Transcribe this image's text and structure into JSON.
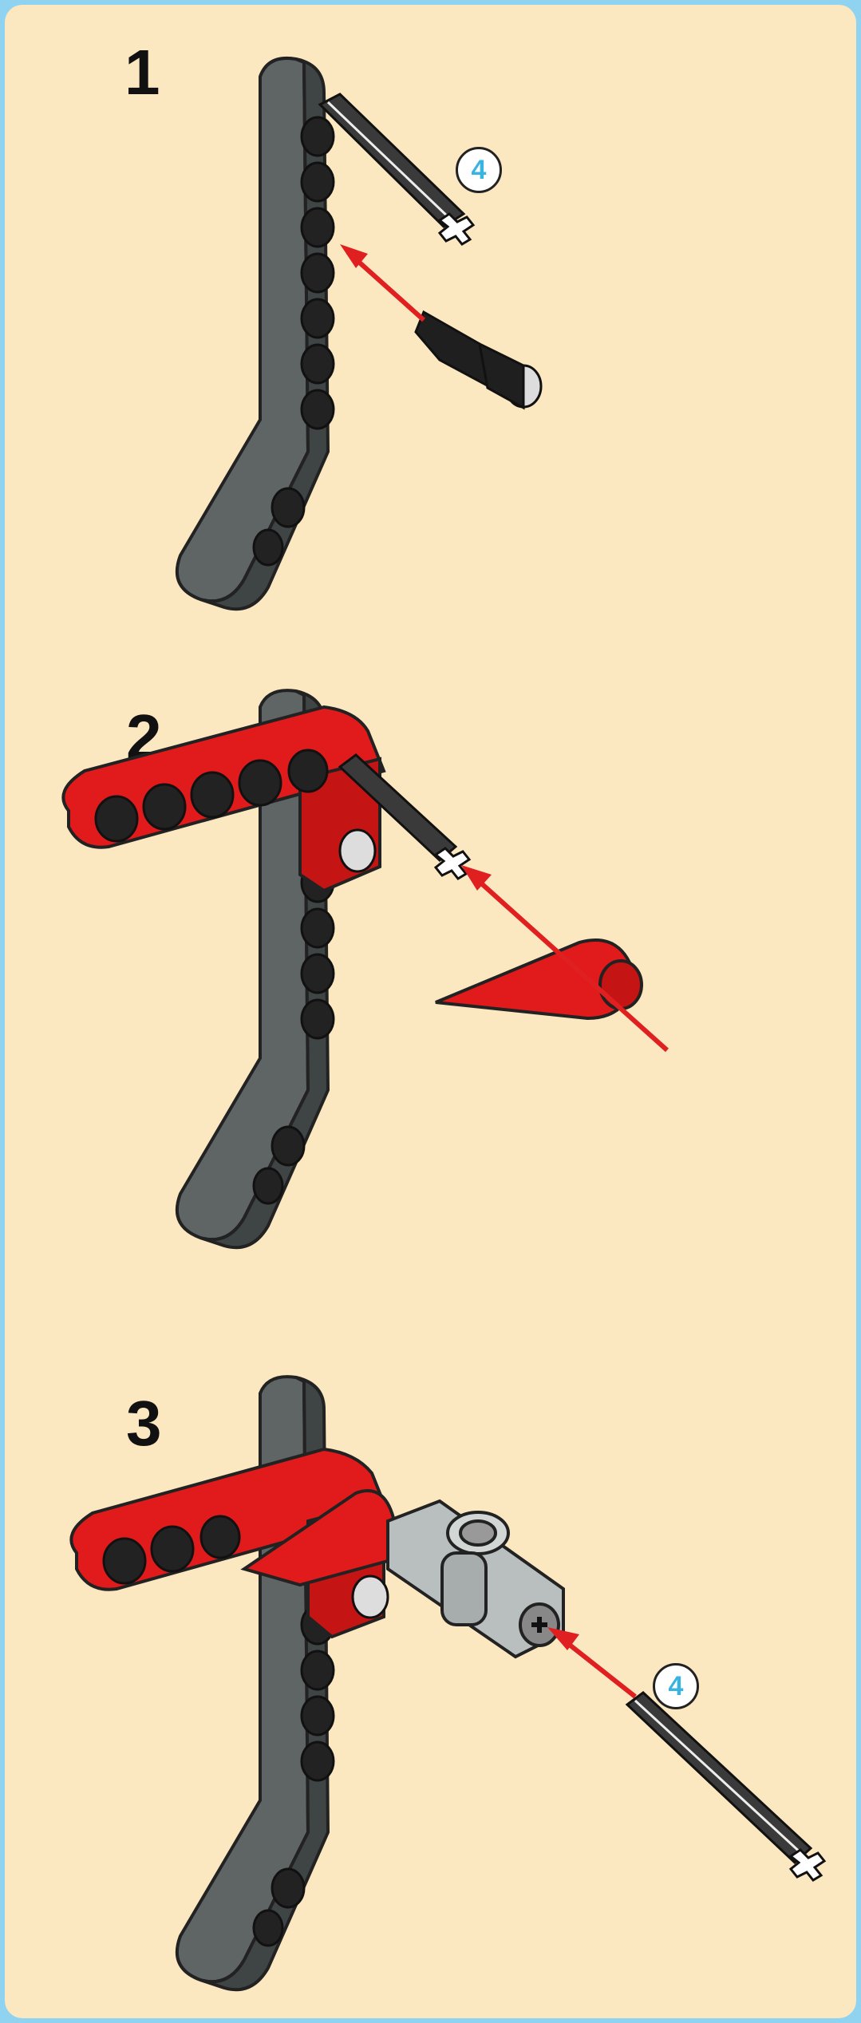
{
  "steps": [
    {
      "number": "1",
      "quantity": "4"
    },
    {
      "number": "2"
    },
    {
      "number": "3",
      "quantity": "4"
    }
  ],
  "colors": {
    "background_frame": "#8fd3f0",
    "panel": "#fbe7c0",
    "beam_dark_gray": "#5a5f5f",
    "beam_red": "#e11b1b",
    "part_light_gray": "#b9bfbe",
    "arrow_red": "#e02020",
    "quantity_text": "#39b3e0"
  }
}
